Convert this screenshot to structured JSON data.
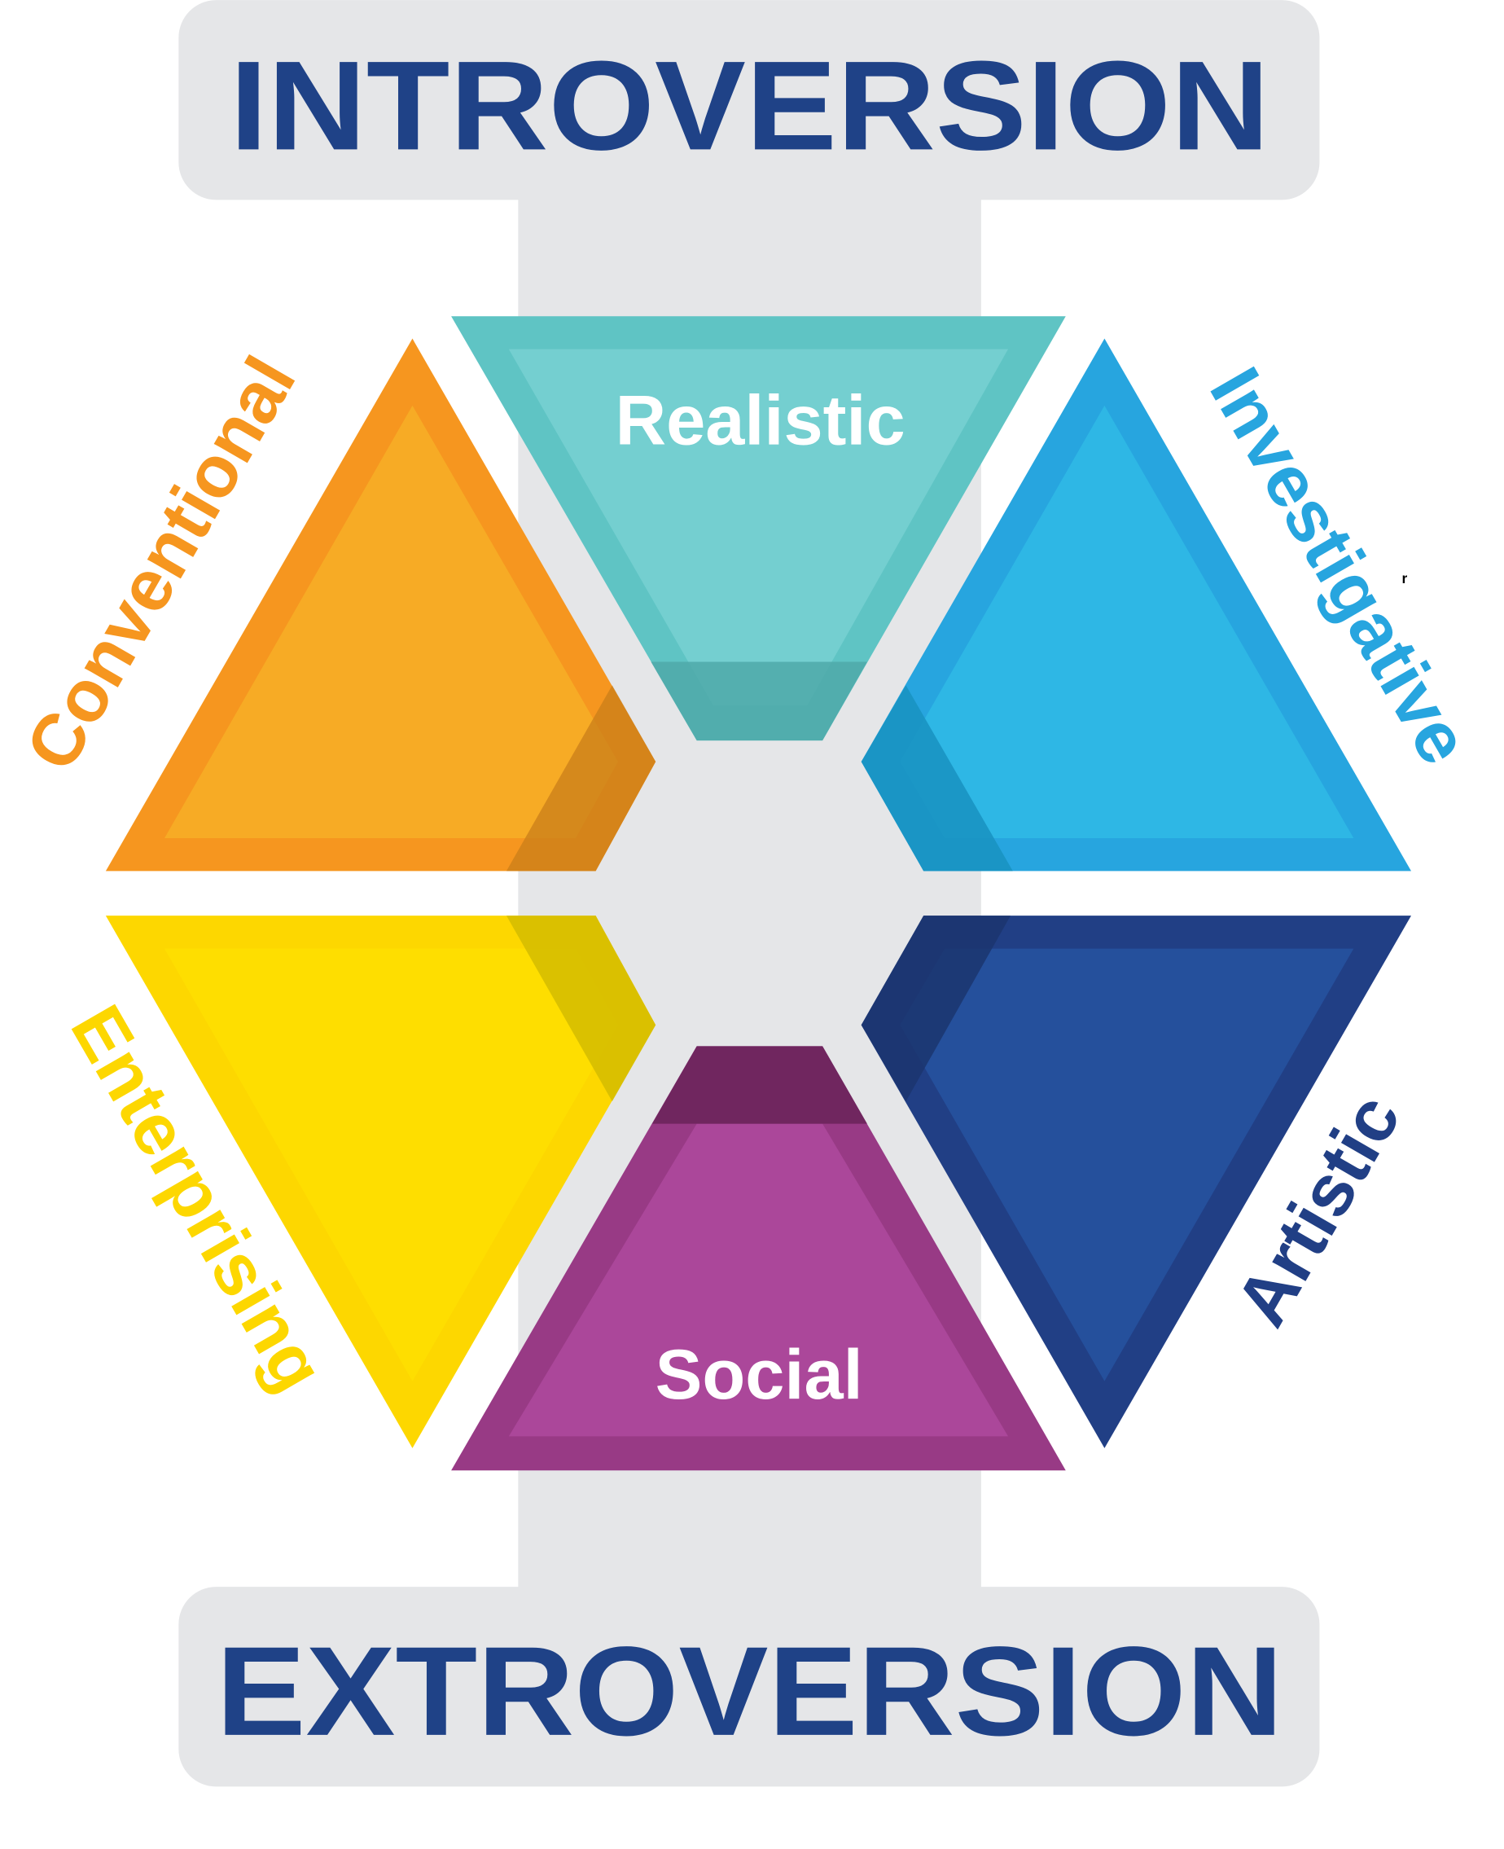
{
  "top_label": "INTROVERSION",
  "bottom_label": "EXTROVERSION",
  "stray_mark": "r",
  "colors": {
    "axis_background": "#e5e6e8",
    "axis_text": "#1f4287",
    "realistic": "#5fc4c4",
    "investigative": "#27a5df",
    "artistic": "#213f85",
    "social": "#983a85",
    "enterprising": "#fdd700",
    "conventional": "#f6961f"
  },
  "types": {
    "realistic": "Realistic",
    "investigative": "Investigative",
    "artistic": "Artistic",
    "social": "Social",
    "enterprising": "Enterprising",
    "conventional": "Conventional"
  }
}
